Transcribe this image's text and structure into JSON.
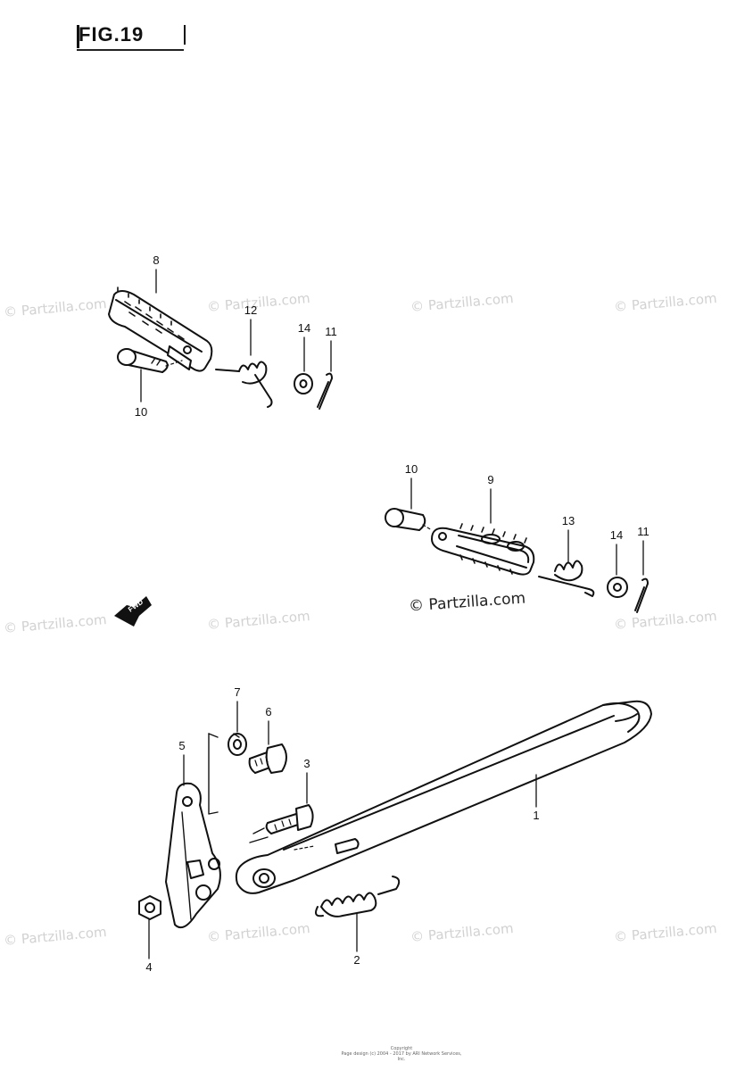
{
  "figure": {
    "title": "FIG.19"
  },
  "watermarks": [
    "© Partzilla.com",
    "© Partzilla.com",
    "© Partzilla.com",
    "© Partzilla.com",
    "© Partzilla.com",
    "© Partzilla.com",
    "© Partzilla.com",
    "© Partzilla.com",
    "© Partzilla.com",
    "© Partzilla.com",
    "© Partzilla.com"
  ],
  "main_watermark": "© Partzilla.com",
  "direction_label": "FWD",
  "callouts": {
    "c8": "8",
    "c12": "12",
    "c14a": "14",
    "c11a": "11",
    "c10a": "10",
    "c10b": "10",
    "c9": "9",
    "c13": "13",
    "c14b": "14",
    "c11b": "11",
    "c7": "7",
    "c6": "6",
    "c5": "5",
    "c3": "3",
    "c1": "1",
    "c4": "4",
    "c2": "2"
  },
  "footer": {
    "line1": "Copyright",
    "line2": "Page design (c) 2004 - 2017 by ARI Network Services, Inc."
  }
}
